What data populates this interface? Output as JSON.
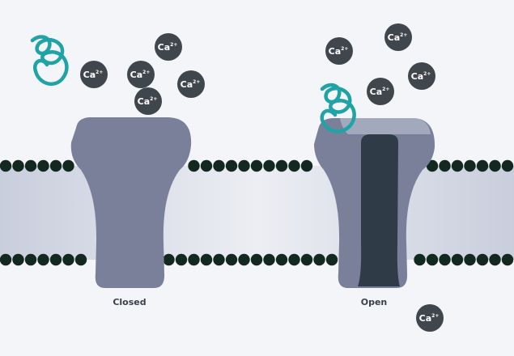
{
  "diagram": {
    "ion": {
      "symbol": "Ca",
      "charge": "2+"
    },
    "channels": [
      {
        "state": "closed",
        "label": "Closed"
      },
      {
        "state": "open",
        "label": "Open"
      }
    ],
    "colors": {
      "background": "#f3f5f9",
      "membrane": "#d6dae6",
      "lipid_head": "#13291f",
      "channel": "#7a8099",
      "channel_top": "#a3a9bd",
      "pore": "#2f3b47",
      "ion": "#3f474c",
      "ligand": "#20a3a6"
    }
  }
}
